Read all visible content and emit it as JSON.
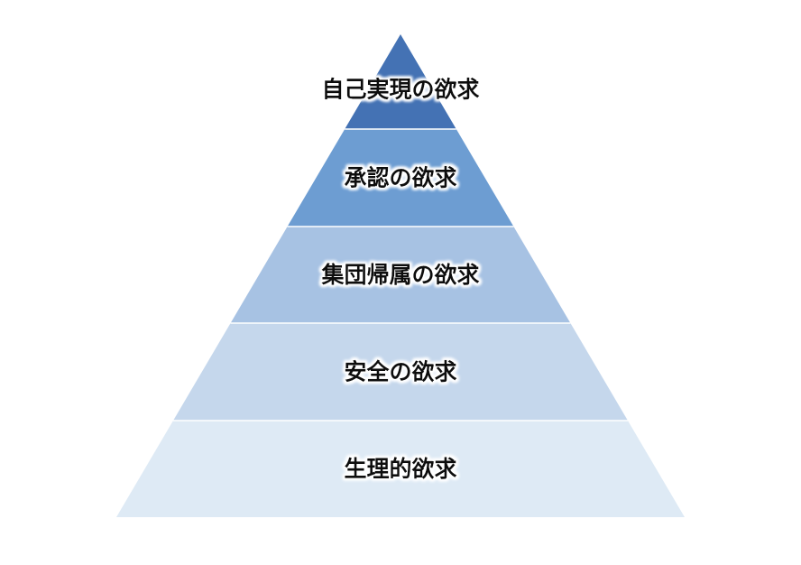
{
  "pyramid": {
    "levels": [
      {
        "label": "自己実現の欲求",
        "color": "#4472b4"
      },
      {
        "label": "承認の欲求",
        "color": "#6d9dd2"
      },
      {
        "label": "集団帰属の欲求",
        "color": "#a7c2e3"
      },
      {
        "label": "安全の欲求",
        "color": "#c5d7ec"
      },
      {
        "label": "生理的欲求",
        "color": "#deeaf5"
      }
    ],
    "divider_color": "#ffffff",
    "label_color": "#111111",
    "label_glow": "#ffffff"
  }
}
